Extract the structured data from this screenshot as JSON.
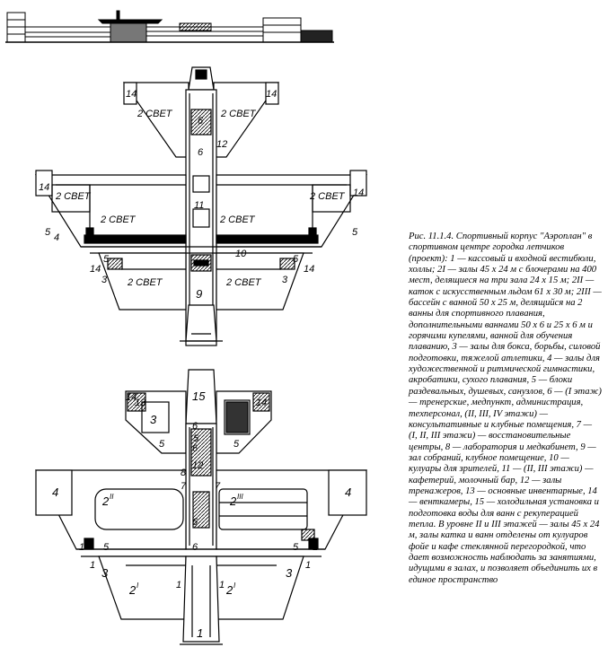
{
  "figure": {
    "caption": "Рис. 11.1.4. Спортивный корпус \"Аэроплан\" в спортивном центре городка летчиков (проект): 1 — кассовый и входной вестибюли, холлы; 2I — залы 45 х 24 м с блочерами на 400 мест, делящиеся на три зала 24 х 15 м; 2II — каток с искусственным льдом 61 х 30 м; 2III — бассейн с ванной 50 х 25 м, делящийся на 2 ванны для спортивного плавания, дополнительными ваннами 50 х 6 и 25 х 6 м и горячими купелями, ванной для обучения плаванию, 3 — залы для бокса, борьбы, силовой подготовки, тяжелой атлетики, 4 — залы для художественной и ритмической гимнастики, акробатики, сухого плавания, 5 — блоки раздевальных, душевых, санузлов, 6 — (I этаж) — тренерские, медпункт, администрация, техперсонал, (II, III, IV этажи) — консультативные и клубные помещения, 7 — (I, II, III этажи) — восстановительные центры, 8 — лаборатория и медкабинет, 9 — зал собраний, клубное помещение, 10 — кулуары для зрителей, 11 — (II, III этажи) — кафетерий, молочный бар, 12 — залы тренажеров, 13 — основные инвентарные, 14 — венткамеры, 15 — холодильная установка и подготовка воды для ванн с рекуперацией тепла. В уровне II и III этажей — залы 45 х 24 м, залы катка и ванн отделены от кулуаров фойе и кафе стеклянной перегородкой, что дает возможность наблюдать за занятиями, идущими в залах, и позволяет объединить их в единое пространство"
  },
  "upper_plan": {
    "labels": {
      "svet": "2 СВЕТ",
      "n14": "14",
      "n12": "12",
      "n11": "11",
      "n10": "10",
      "n9": "9",
      "n6": "6",
      "n5": "5",
      "n4": "4",
      "n3": "3"
    }
  },
  "lower_plan": {
    "labels": {
      "n15": "15",
      "n14": "14",
      "n13": "13",
      "n12": "12",
      "n8": "8",
      "n7": "7",
      "n6": "6",
      "n5": "5",
      "n4": "4",
      "n3": "3",
      "n2i": "2",
      "n2ii": "2",
      "n2iii": "2",
      "supI": "I",
      "supII": "II",
      "supIII": "III",
      "n1": "1"
    }
  }
}
